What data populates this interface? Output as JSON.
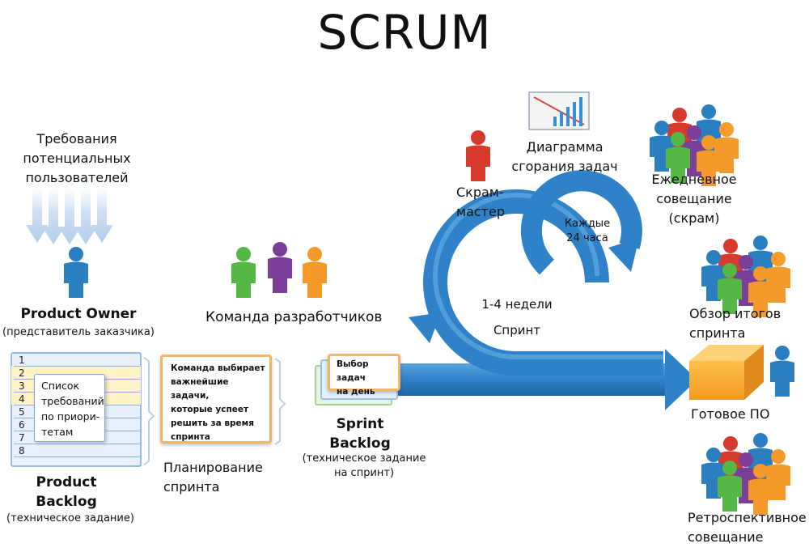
{
  "title": "SCRUM",
  "requirements": [
    "Требования",
    "потенциальных",
    "пользователей"
  ],
  "product_owner": {
    "name": "Product Owner",
    "role": "(представитель заказчика)"
  },
  "product_backlog": {
    "rows": [
      "1",
      "2",
      "3",
      "4",
      "5",
      "6",
      "7",
      "8"
    ],
    "card_lines": [
      "Список",
      "требований",
      "по приори-",
      "тетам"
    ],
    "title_lines": [
      "Product",
      "Backlog"
    ],
    "subtitle": "(техническое задание)"
  },
  "team": {
    "label": "Команда разработчиков"
  },
  "sprint_planning": {
    "note_lines": [
      "Команда выбирает",
      "важнейшие задачи,",
      "которые успеет",
      "решить за время",
      "спринта"
    ],
    "label_lines": [
      "Планирование",
      "спринта"
    ]
  },
  "sprint_backlog": {
    "note_lines": [
      "Выбор задач",
      "на день"
    ],
    "title_lines": [
      "Sprint",
      "Backlog"
    ],
    "subtitle_lines": [
      "(техническое задание",
      "на спринт)"
    ]
  },
  "sprint_cycle": {
    "duration": "1-4 недели",
    "label": "Спринт"
  },
  "daily_cycle": {
    "duration_lines": [
      "Каждые",
      "24 часа"
    ]
  },
  "scrum_master": {
    "label_lines": [
      "Скрам-",
      "мастер"
    ]
  },
  "burndown": {
    "label_lines": [
      "Диаграмма",
      "сгорания задач"
    ]
  },
  "daily_meeting": {
    "label_lines": [
      "Ежедневное",
      "совещание",
      "(скрам)"
    ]
  },
  "sprint_review": {
    "label_lines": [
      "Обзор итогов",
      "спринта"
    ]
  },
  "product": {
    "label": "Готовое ПО"
  },
  "retrospective": {
    "label_lines": [
      "Ретроспективное",
      "совещание"
    ]
  },
  "colors": {
    "arrow_blue": "#2f82c8",
    "person_blue": "#2a7fc0",
    "person_red": "#d63a2c",
    "person_green": "#55b845",
    "person_purple": "#7b3f9a",
    "person_orange": "#f39a2a",
    "box_orange": "#f7a533",
    "note_border": "#f0b565"
  }
}
